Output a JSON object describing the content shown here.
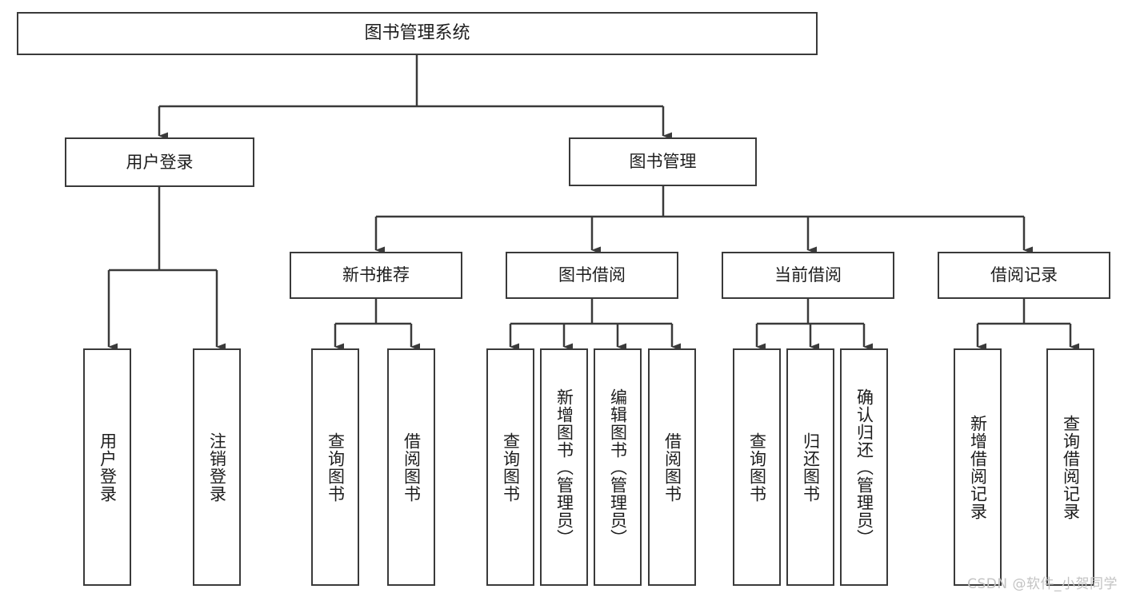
{
  "diagram": {
    "title": "图书管理系统",
    "watermark": "CSDN @软件_小贺同学",
    "line_color": "#3a3a3a",
    "box_fill": "#ffffff",
    "text_color": "#1d1d1d",
    "watermark_color": "#c3c3c3"
  },
  "nodes": {
    "root": "图书管理系统",
    "level2": [
      "用户登录",
      "图书管理"
    ],
    "level3": [
      "新书推荐",
      "图书借阅",
      "当前借阅",
      "借阅记录"
    ],
    "leaves_user_login": [
      "用户登录",
      "注销登录"
    ],
    "leaves_new_books": [
      "查询图书",
      "借阅图书"
    ],
    "leaves_borrow": [
      "查询图书",
      "新增图书（管理员）",
      "编辑图书（管理员）",
      "借阅图书"
    ],
    "leaves_current": [
      "查询图书",
      "归还图书",
      "确认归还（管理员）"
    ],
    "leaves_records": [
      "新增借阅记录",
      "查询借阅记录"
    ]
  },
  "chart_data": {
    "type": "tree",
    "title": "图书管理系统",
    "root": {
      "label": "图书管理系统",
      "children": [
        {
          "label": "用户登录",
          "children": [
            {
              "label": "用户登录",
              "children": []
            },
            {
              "label": "注销登录",
              "children": []
            }
          ]
        },
        {
          "label": "图书管理",
          "children": [
            {
              "label": "新书推荐",
              "children": [
                {
                  "label": "查询图书",
                  "children": []
                },
                {
                  "label": "借阅图书",
                  "children": []
                }
              ]
            },
            {
              "label": "图书借阅",
              "children": [
                {
                  "label": "查询图书",
                  "children": []
                },
                {
                  "label": "新增图书（管理员）",
                  "children": []
                },
                {
                  "label": "编辑图书（管理员）",
                  "children": []
                },
                {
                  "label": "借阅图书",
                  "children": []
                }
              ]
            },
            {
              "label": "当前借阅",
              "children": [
                {
                  "label": "查询图书",
                  "children": []
                },
                {
                  "label": "归还图书",
                  "children": []
                },
                {
                  "label": "确认归还（管理员）",
                  "children": []
                }
              ]
            },
            {
              "label": "借阅记录",
              "children": [
                {
                  "label": "新增借阅记录",
                  "children": []
                },
                {
                  "label": "查询借阅记录",
                  "children": []
                }
              ]
            }
          ]
        }
      ]
    }
  }
}
